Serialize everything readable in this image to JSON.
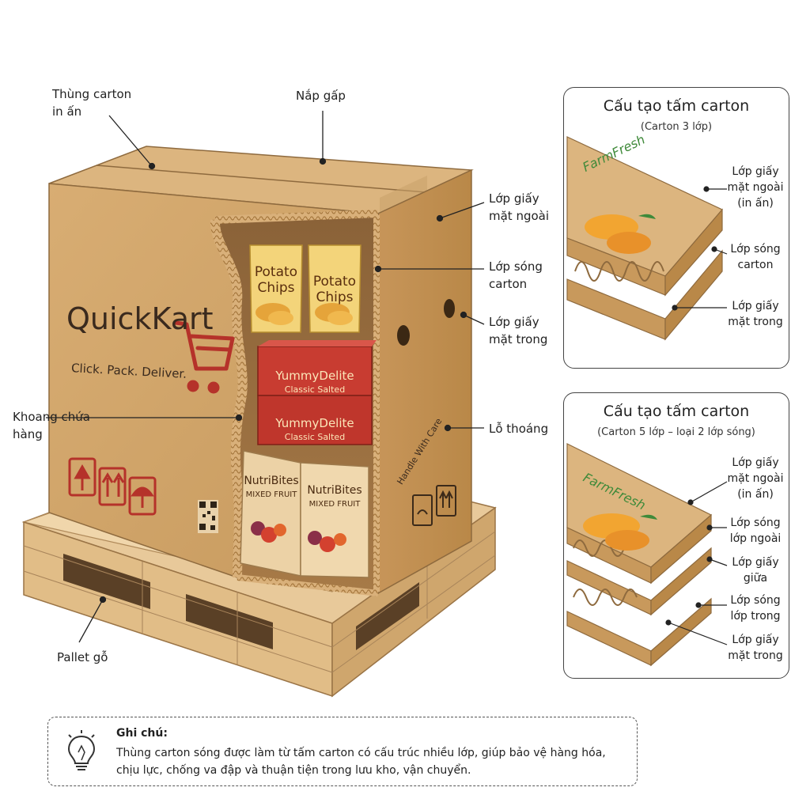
{
  "box": {
    "brand": "QuickKart",
    "tagline": "Click. Pack. Deliver.",
    "side_text": "Handle With Care"
  },
  "products": {
    "chips": [
      "Potato",
      "Chips"
    ],
    "yummy_name": "YummyDelite",
    "yummy_sub": "Classic Salted",
    "nutri_name": "NutriBites",
    "nutri_sub": "MIXED FRUIT"
  },
  "labels": {
    "printed_carton": [
      "Thùng carton",
      "in ấn"
    ],
    "folding_flap": "Nắp gấp",
    "outer_paper": [
      "Lớp giấy",
      "mặt ngoài"
    ],
    "flute_layer": [
      "Lớp sóng",
      "carton"
    ],
    "inner_paper": [
      "Lớp giấy",
      "mặt trong"
    ],
    "cargo_space": [
      "Khoang chứa",
      "hàng"
    ],
    "vent_hole": "Lỗ thoáng",
    "pallet": "Pallet gỗ"
  },
  "panel1": {
    "title": "Cấu tạo tấm carton",
    "subtitle": "(Carton 3 lớp)",
    "brand": "FarmFresh",
    "labels": [
      [
        "Lớp giấy",
        "mặt ngoài",
        "(in ấn)"
      ],
      [
        "Lớp sóng",
        "carton"
      ],
      [
        "Lớp giấy",
        "mặt trong"
      ]
    ]
  },
  "panel2": {
    "title": "Cấu tạo tấm carton",
    "subtitle": "(Carton 5 lớp – loại 2 lớp sóng)",
    "brand": "FarmFresh",
    "labels": [
      [
        "Lớp giấy",
        "mặt ngoài",
        "(in ấn)"
      ],
      [
        "Lớp sóng",
        "lớp ngoài"
      ],
      [
        "Lớp giấy",
        "giữa"
      ],
      [
        "Lớp sóng",
        "lớp trong"
      ],
      [
        "Lớp giấy",
        "mặt trong"
      ]
    ]
  },
  "note": {
    "title": "Ghi chú:",
    "body": "Thùng carton sóng được làm từ tấm carton có cấu trúc nhiều lớp, giúp bảo vệ hàng hóa, chịu lực, chống va đập và thuận tiện trong lưu kho, vận chuyển."
  },
  "colors": {
    "kraft": "#d2a66a",
    "kraft_dark": "#b98a4c",
    "kraft_light": "#e2bd85",
    "wood": "#e8c99a",
    "brand_red": "#b5322a",
    "text_dark": "#3a2a1e",
    "farmfresh_green": "#3f8a3a",
    "mango": "#f2a531"
  }
}
